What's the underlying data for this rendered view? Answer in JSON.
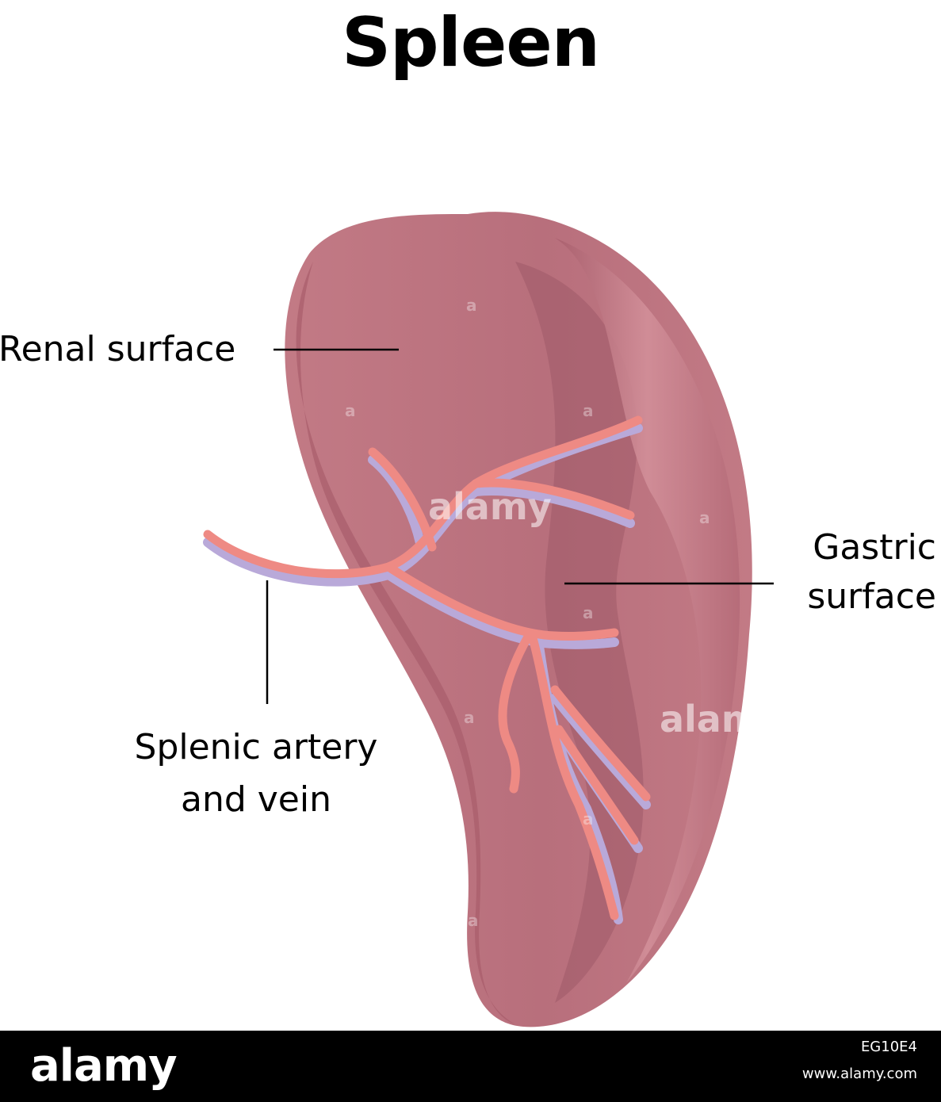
{
  "title": "Spleen",
  "labels": {
    "renal_surface": "Renal surface",
    "gastric_surface_line1": "Gastric",
    "gastric_surface_line2": "surface",
    "splenic_line1": "Splenic artery",
    "splenic_line2": "and vein"
  },
  "watermark": {
    "brand": "alamy",
    "image_id": "EG10E4",
    "url": "www.alamy.com"
  },
  "colors": {
    "spleen": "#c27a85",
    "spleen_shadow": "#a35e6a",
    "artery": "#ee8a84",
    "vein": "#b9a9d9",
    "background": "#ffffff",
    "footer": "#000000"
  }
}
